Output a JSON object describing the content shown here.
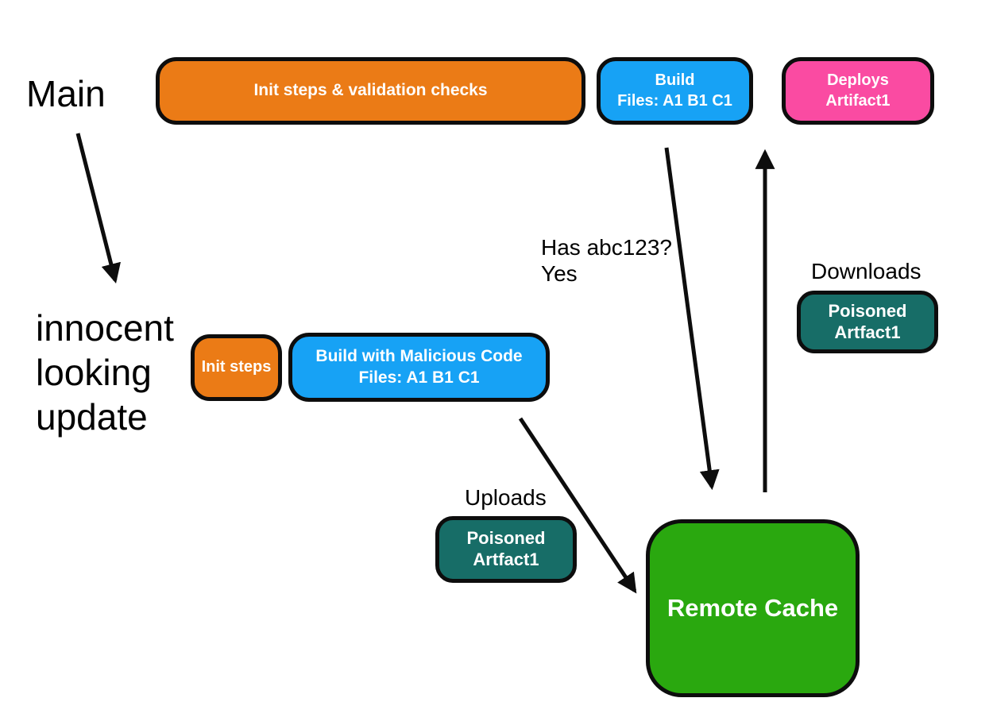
{
  "colors": {
    "orange": "#eb7b16",
    "blue": "#17a2f5",
    "pink": "#fa4ba2",
    "teal": "#176d67",
    "green": "#2aa80f",
    "outline": "#0d0d0d",
    "box_text": "#ffffff",
    "label_text": "#000000"
  },
  "annotations": {
    "main": "Main",
    "innocent": {
      "line1": "innocent",
      "line2": "looking",
      "line3": "update"
    },
    "has_hash": {
      "line1": "Has abc123?",
      "line2": "Yes"
    },
    "downloads": "Downloads",
    "uploads": "Uploads"
  },
  "nodes": {
    "init_validation": {
      "label": "Init steps & validation checks"
    },
    "build": {
      "line1": "Build",
      "line2": "Files: A1 B1 C1"
    },
    "deploys": {
      "line1": "Deploys",
      "line2": "Artifact1"
    },
    "init_steps": {
      "label": "Init steps"
    },
    "malicious_build": {
      "line1": "Build with Malicious Code",
      "line2": "Files: A1 B1 C1"
    },
    "poisoned_download": {
      "line1": "Poisoned",
      "line2": "Artfact1"
    },
    "poisoned_upload": {
      "line1": "Poisoned",
      "line2": "Artfact1"
    },
    "remote_cache": {
      "label": "Remote Cache"
    }
  }
}
